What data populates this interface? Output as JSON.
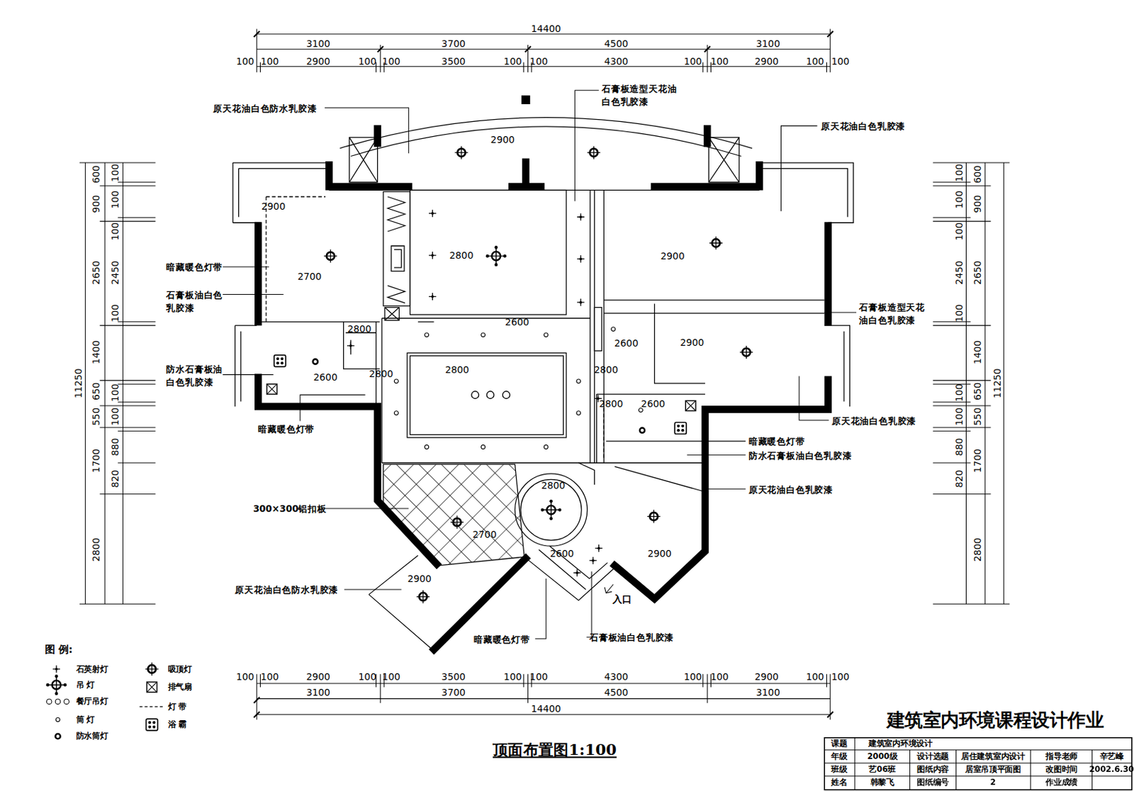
{
  "diagram": {
    "title": "建筑室内环境课程设计作业",
    "caption": "顶面布置图1:100",
    "labels": [
      "14400",
      "3100",
      "3700",
      "4500",
      "3100",
      "100",
      "100",
      "2900",
      "100",
      "100",
      "3500",
      "100",
      "100",
      "4300",
      "100",
      "100",
      "2900",
      "100",
      "100",
      "100",
      "100",
      "2900",
      "100",
      "100",
      "3500",
      "100",
      "100",
      "4300",
      "100",
      "100",
      "2900",
      "100",
      "100",
      "3100",
      "3700",
      "4500",
      "3100",
      "14400",
      "600",
      "900",
      "2650",
      "1400",
      "650",
      "550",
      "1700",
      "2800",
      "100",
      "100",
      "100",
      "2450",
      "100",
      "100",
      "100",
      "880",
      "820",
      "11250",
      "600",
      "900",
      "2650",
      "1400",
      "650",
      "550",
      "1700",
      "2800",
      "100",
      "100",
      "100",
      "2450",
      "100",
      "100",
      "100",
      "880",
      "820",
      "11250",
      "2900",
      "2900",
      "2800",
      "2900",
      "2700",
      "2600",
      "2800",
      "2600",
      "2900",
      "2600",
      "2800",
      "2800",
      "2800",
      "2800",
      "2600",
      "2800",
      "2700",
      "2600",
      "2900",
      "2900",
      "原天花油白色防水乳胶漆",
      "石膏板造型天花油白色乳胶漆",
      "原天花油白色乳胶漆",
      "暗藏暖色灯带",
      "石膏板油白色乳胶漆",
      "防水石膏板油白色乳胶漆",
      "暗藏暖色灯带",
      "石膏板造型天花油白色乳胶漆",
      "原天花油白色乳胶漆",
      "暗藏暖色灯带",
      "防水石膏板油白色乳胶漆",
      "原天花油白色乳胶漆",
      "300×300铝扣板",
      "原天花油白色防水乳胶漆",
      "暗藏暖色灯带",
      "石膏板油白色乳胶漆",
      "入口",
      "图 例:",
      "课题",
      "建筑室内环境设计",
      "年级",
      "2000级",
      "设计选题",
      "居住建筑室内设计",
      "指导老师",
      "辛艺峰",
      "班级",
      "艺06班",
      "图纸内容",
      "居室吊顶平面图",
      "改图时间",
      "2002.6.30",
      "姓名",
      "韩黎飞",
      "图纸编号",
      "2",
      "作业成绩"
    ],
    "legend": [
      {
        "text": "石英射灯"
      },
      {
        "text": "吊 灯"
      },
      {
        "text": "餐厅吊灯"
      },
      {
        "text": "筒 灯"
      },
      {
        "text": "防水筒灯"
      },
      {
        "text": "吸顶灯"
      },
      {
        "text": "排气扇"
      },
      {
        "text": "灯 带"
      },
      {
        "text": "浴 霸"
      }
    ]
  }
}
